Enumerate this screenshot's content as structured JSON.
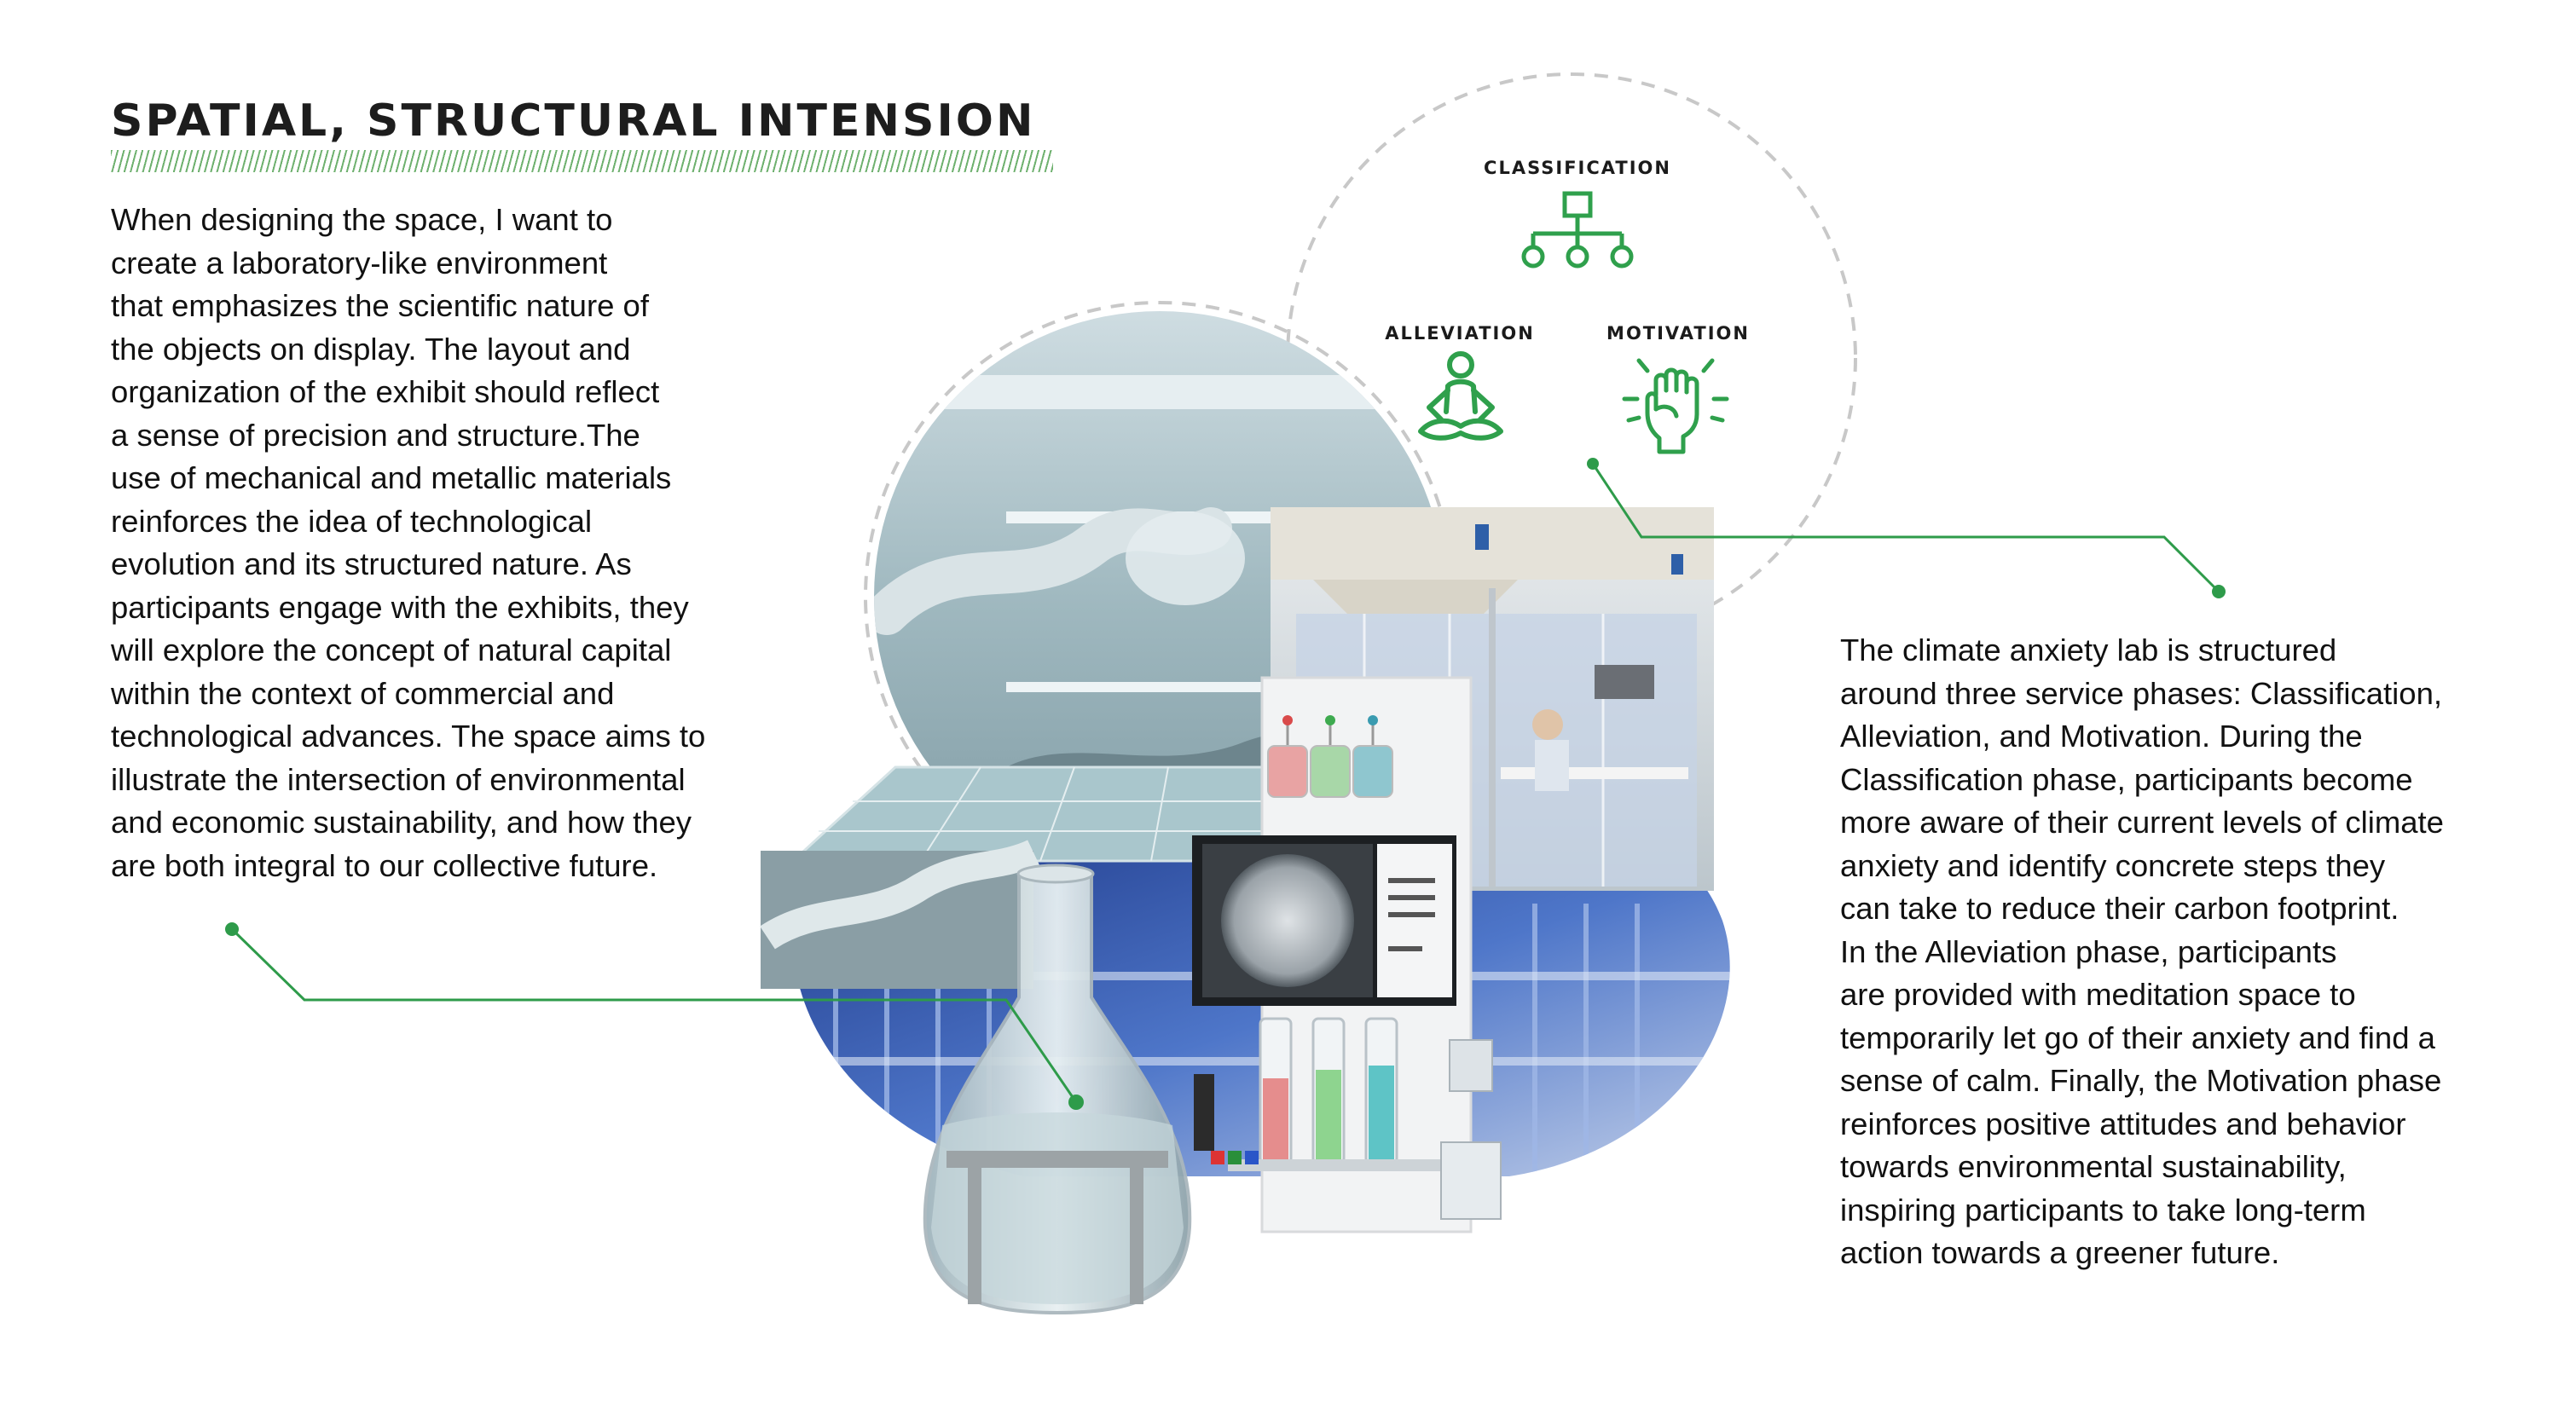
{
  "header": {
    "title": "SPATIAL, STRUCTURAL INTENSION"
  },
  "left_text": "When designing the space, I want to\ncreate a laboratory-like environment\nthat emphasizes the scientific nature of\nthe objects on display. The layout and\norganization of the exhibit should reflect\na sense of precision and structure.The\nuse of mechanical and metallic materials\nreinforces the idea of technological\nevolution and its structured nature. As\nparticipants engage with the exhibits, they\nwill explore the concept of natural capital\nwithin the context of commercial and\ntechnological advances. The space aims to\nillustrate the intersection of environmental\nand economic sustainability, and how they\nare both integral to our collective future.",
  "right_text": "The climate anxiety lab is structured\naround three service phases: Classification,\nAlleviation, and Motivation.  During the\nClassification phase, participants become\nmore aware of their current levels of climate\nanxiety and identify concrete steps they\ncan take to reduce their carbon footprint.\nIn the Alleviation phase, participants\nare provided with meditation space to\ntemporarily let go of their anxiety and find a\nsense of calm.  Finally, the Motivation phase\nreinforces positive attitudes and behavior\ntowards environmental sustainability,\ninspiring participants to take long-term\naction towards a greener future.",
  "phases": {
    "classification": {
      "label": "CLASSIFICATION",
      "icon": "hierarchy-icon"
    },
    "alleviation": {
      "label": "ALLEVIATION",
      "icon": "meditation-icon"
    },
    "motivation": {
      "label": "MOTIVATION",
      "icon": "raised-fist-icon"
    }
  },
  "colors": {
    "accent_green": "#2e9b4a",
    "icon_green": "#2fa04c",
    "dashed_circle": "#c8c8c8",
    "text": "#111111"
  }
}
